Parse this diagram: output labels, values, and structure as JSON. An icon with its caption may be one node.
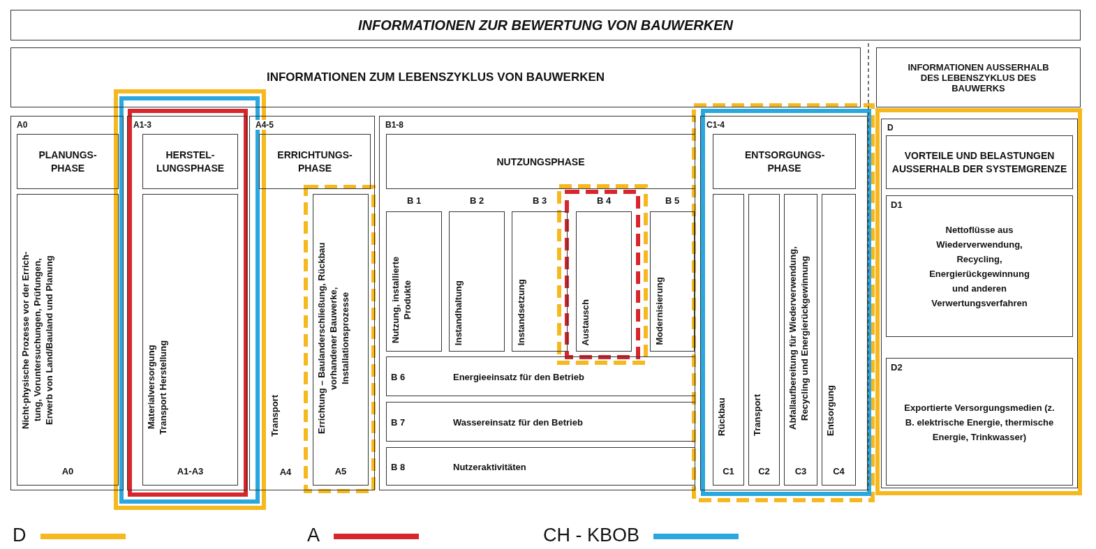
{
  "diagram": {
    "nodes": [
      {
        "text": [
          "INFORMATIONEN ZUR BEWERTUNG VON BAUWERKEN"
        ]
      },
      {
        "text": [
          "INFORMATIONEN ZUM LEBENSZYKLUS VON BAUWERKEN"
        ]
      },
      {
        "text": [
          "INFORMATIONEN AUSSERHALB DES LEBENSZYKLUS DES BAUWERKS"
        ]
      },
      {
        "text": [
          "A0"
        ]
      },
      {
        "text": [
          "PLANUNGS- PHASE"
        ],
        "in": 3
      },
      {
        "text": [
          "Nicht-physische Prozesse vor der Errich- tung, Voruntersuchungen, Prüfungen, Erwerb von Land/Bauland und Planung",
          "A0"
        ],
        "in": 3
      },
      {
        "text": [
          "A1-3"
        ]
      },
      {
        "text": [
          "HERSTEL- LUNGSPHASE"
        ],
        "in": 6
      },
      {
        "text": [
          "Materialversorgung Transport Herstellung",
          "A1-A3"
        ],
        "in": 6
      },
      {
        "text": [
          "A4-5"
        ]
      },
      {
        "text": [
          "ERRICHTUNGS- PHASE"
        ],
        "in": 9
      },
      {
        "text": [
          "Transport",
          "A4"
        ],
        "in": 9
      },
      {
        "text": [
          "Errichtung – Baulanderschließung, Rückbau vorhandener Bauwerke, Installationsprozesse",
          "A5"
        ],
        "in": 9
      },
      {
        "text": [
          "B1-8"
        ]
      },
      {
        "text": [
          "NUTZUNGSPHASE"
        ],
        "in": 13
      },
      {
        "text": [
          "B 1",
          "Nutzung, installierte Produkte"
        ],
        "in": 13
      },
      {
        "text": [
          "B 2",
          "Instandhaltung"
        ],
        "in": 13
      },
      {
        "text": [
          "B 3",
          "Instandsetzung"
        ],
        "in": 13
      },
      {
        "text": [
          "B 4",
          "Austausch"
        ],
        "in": 13
      },
      {
        "text": [
          "B 5",
          "Modernisierung"
        ],
        "in": 13
      },
      {
        "text": [
          "B 6",
          "Energieeinsatz für den Betrieb"
        ],
        "in": 13
      },
      {
        "text": [
          "B 7",
          "Wassereinsatz für den Betrieb"
        ],
        "in": 13
      },
      {
        "text": [
          "B 8",
          "Nutzeraktivitäten"
        ],
        "in": 13
      },
      {
        "text": [
          "C1-4"
        ]
      },
      {
        "text": [
          "ENTSORGUNGS- PHASE"
        ],
        "in": 23
      },
      {
        "text": [
          "Rückbau",
          "C1"
        ],
        "in": 23
      },
      {
        "text": [
          "Transport",
          "C2"
        ],
        "in": 23
      },
      {
        "text": [
          "Abfallaufbereitung für Wiederverwendung, Recycling und Energierückgewinnung",
          "C3"
        ],
        "in": 23
      },
      {
        "text": [
          "Entsorgung",
          "C4"
        ],
        "in": 23
      },
      {
        "text": [
          "D"
        ]
      },
      {
        "text": [
          "VORTEILE UND BELASTUNGEN AUSSERHALB DER SYSTEMGRENZE"
        ],
        "in": 29
      },
      {
        "text": [
          "D1",
          "Nettoflüsse aus Wiederverwendung, Recycling, Energierückgewinnung und anderen Verwertungsverfahren"
        ],
        "in": 29
      },
      {
        "text": [
          "D2",
          "Exportierte Versorgungsmedien (z. B. elektrische Energie, thermische Energie, Trinkwasser)"
        ],
        "in": 29
      }
    ],
    "legend": [
      {
        "text": "D",
        "color": "#f6b81f"
      },
      {
        "text": "A",
        "color": "#d7262c"
      },
      {
        "text": "CH - KBOB",
        "color": "#29a8e0"
      }
    ]
  }
}
